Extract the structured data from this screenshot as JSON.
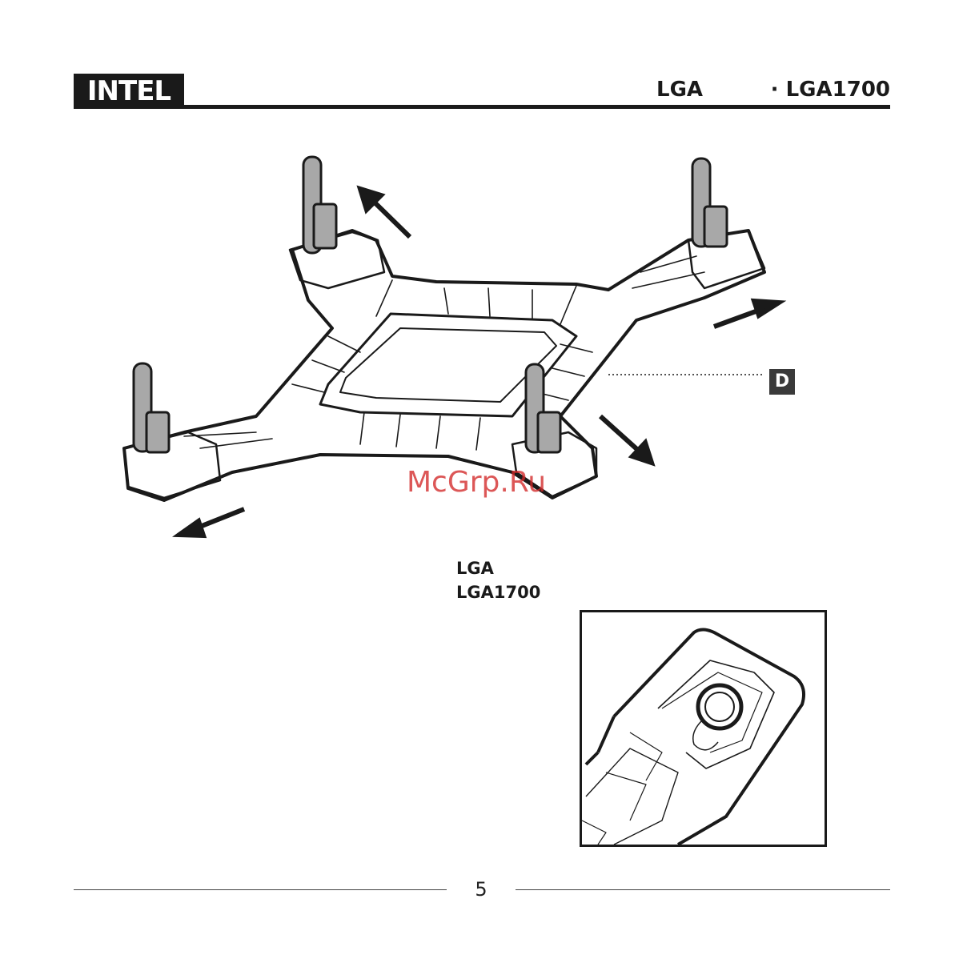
{
  "header": {
    "brand": "INTEL",
    "socket_title_1": "LGA",
    "socket_title_2": "· LGA1700"
  },
  "diagram": {
    "part_label": "D"
  },
  "callout": {
    "line_1": "LGA",
    "line_2": "LGA1700"
  },
  "watermark": "McGrp.Ru",
  "footer": {
    "page_number": "5"
  }
}
